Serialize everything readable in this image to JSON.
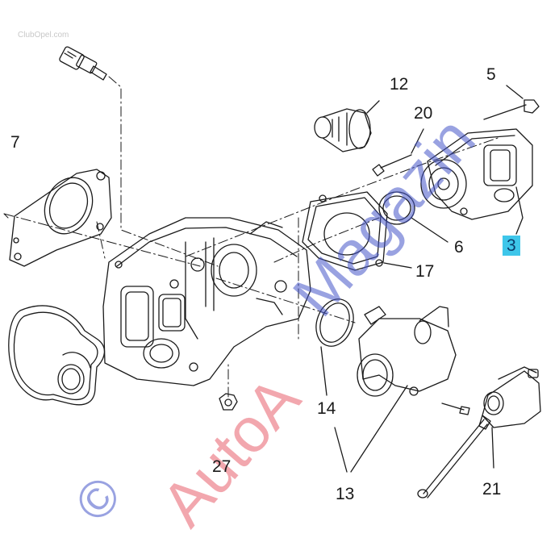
{
  "callouts": {
    "c3": "3",
    "c5": "5",
    "c6": "6",
    "c7": "7",
    "c12": "12",
    "c13": "13",
    "c14": "14",
    "c17": "17",
    "c20": "20",
    "c21": "21",
    "c27": "27"
  },
  "watermark": {
    "autoa": "AutoA",
    "magazin": "Magazin",
    "copyright": "©",
    "logo_text": "ClubOpel.com"
  },
  "colors": {
    "line": "#1a1a1a",
    "highlight": "#3ec6ea",
    "watermark_red": "#e75e6b",
    "watermark_blue": "#4656c8"
  }
}
